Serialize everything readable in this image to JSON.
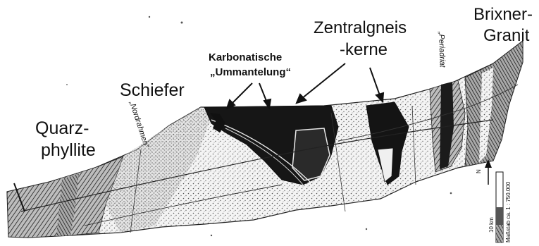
{
  "labels": {
    "quarz_1": "Quarz-",
    "quarz_2": "phyllite",
    "schiefer": "Schiefer",
    "karbonat_1": "Karbonatische",
    "karbonat_2": "„Ummantelung“",
    "zentral_1": "Zentralgneis",
    "zentral_2": "-kerne",
    "brixner_1": "Brixner-",
    "brixner_2": "Granit",
    "nordrahmen": "„Nordrahmen“",
    "periadriat": "„Periadriat"
  },
  "scale": {
    "distance": "10 km",
    "north": "N",
    "caption": "Maßstab ca. 1 : 750.000"
  }
}
